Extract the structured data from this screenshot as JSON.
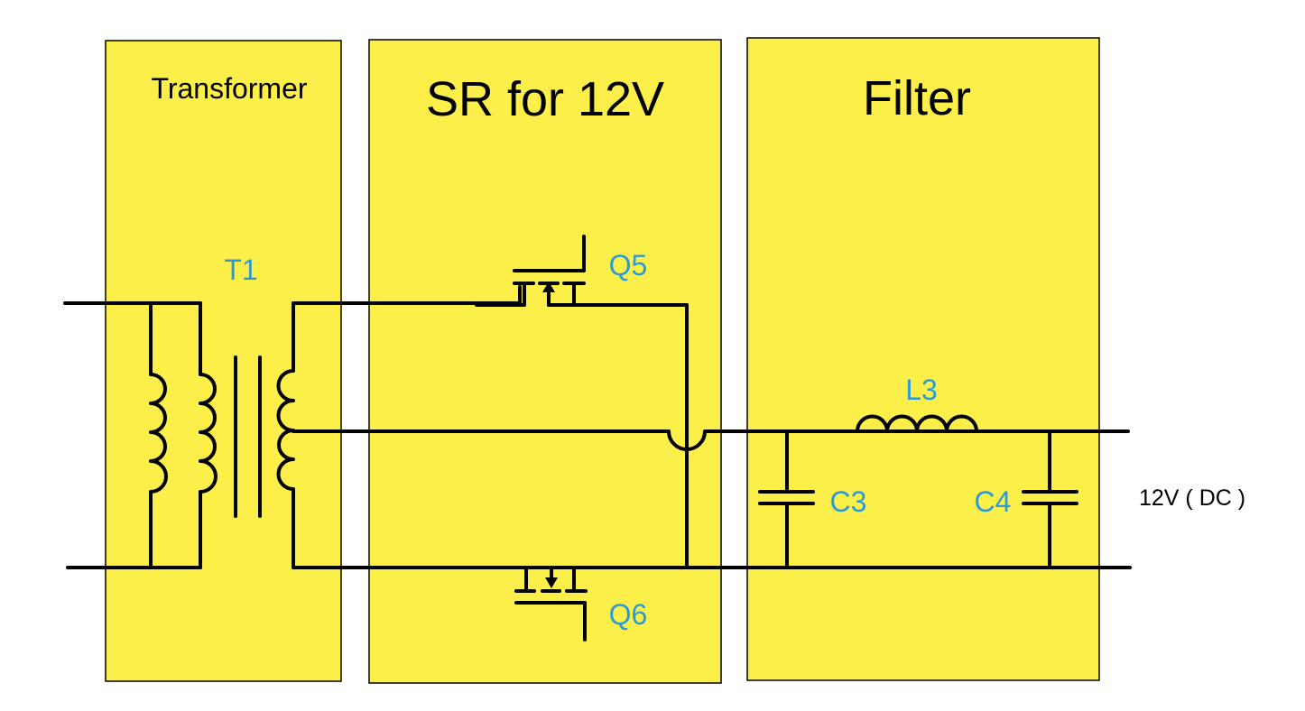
{
  "diagram": {
    "type": "circuit-schematic",
    "colors": {
      "block_fill": "#FCEF4A",
      "wire": "#000000",
      "component_label": "#2B9BD8"
    },
    "blocks": [
      {
        "id": "transformer",
        "title": "Transformer"
      },
      {
        "id": "sr",
        "title": "SR for 12V"
      },
      {
        "id": "filter",
        "title": "Filter"
      }
    ],
    "components": {
      "transformer": {
        "label": "T1"
      },
      "mosfet_top": {
        "label": "Q5"
      },
      "mosfet_bottom": {
        "label": "Q6"
      },
      "inductor": {
        "label": "L3"
      },
      "cap_left": {
        "label": "C3"
      },
      "cap_right": {
        "label": "C4"
      }
    },
    "output": {
      "label": "12V ( DC )"
    }
  }
}
